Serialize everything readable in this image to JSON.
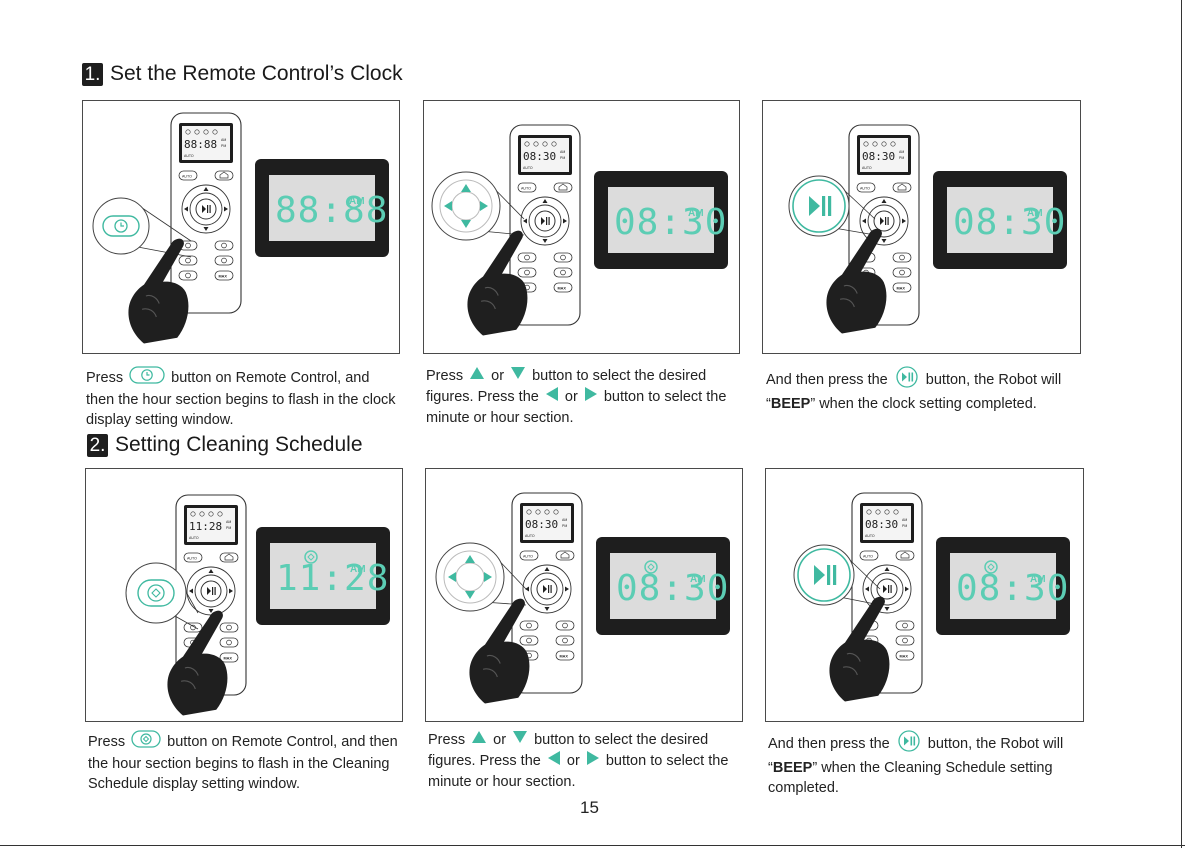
{
  "section1": {
    "number": "1.",
    "title": "Set the Remote Control’s Clock",
    "panels": [
      {
        "display_time": "88:88",
        "display_ampm": "AM",
        "remote_time": "88:88"
      },
      {
        "display_time": "08:30",
        "display_ampm": "AM",
        "remote_time": "08:30"
      },
      {
        "display_time": "08:30",
        "display_ampm": "AM",
        "remote_time": "08:30"
      }
    ],
    "captions": {
      "c1": {
        "pre": "Press",
        "post": "button on Remote Control, and then the hour section begins to flash in the clock display setting window."
      },
      "c2": {
        "a": "Press",
        "b": "or",
        "c": "button to select the desired figures. Press the",
        "d": "or",
        "e": "button to select the minute or hour section."
      },
      "c3": {
        "pre": "And then press the",
        "post": "button, the Robot will",
        "quote_open": "“",
        "beep": "BEEP",
        "quote_close": "” when the clock setting completed."
      }
    }
  },
  "section2": {
    "number": "2.",
    "title": "Setting Cleaning Schedule",
    "panels": [
      {
        "display_time": "11:28",
        "display_ampm": "AM",
        "remote_time": "11:28"
      },
      {
        "display_time": "08:30",
        "display_ampm": "AM",
        "remote_time": "08:30"
      },
      {
        "display_time": "08:30",
        "display_ampm": "AM",
        "remote_time": "08:30"
      }
    ],
    "captions": {
      "c1": {
        "pre": "Press",
        "post": "button on Remote Control, and then the hour section begins to flash in the Cleaning Schedule display setting window."
      },
      "c2": {
        "a": "Press",
        "b": "or",
        "c": "button to select the desired figures. Press the",
        "d": "or",
        "e": "button to select the minute or hour section."
      },
      "c3": {
        "pre": "And then press the",
        "post": "button, the Robot will",
        "quote_open": "“",
        "beep": "BEEP",
        "quote_close": "” when the Cleaning Schedule setting completed."
      }
    }
  },
  "remote_labels": {
    "auto": "AUTO",
    "max": "MAX",
    "am": "AM",
    "pm": "PM"
  },
  "page_number": "15",
  "colors": {
    "lcd_text": "#5ccdb4",
    "lcd_bg": "#dcdcdc",
    "lcd_frame": "#1e1e1e",
    "arrow_teal": "#3fb9a0"
  }
}
